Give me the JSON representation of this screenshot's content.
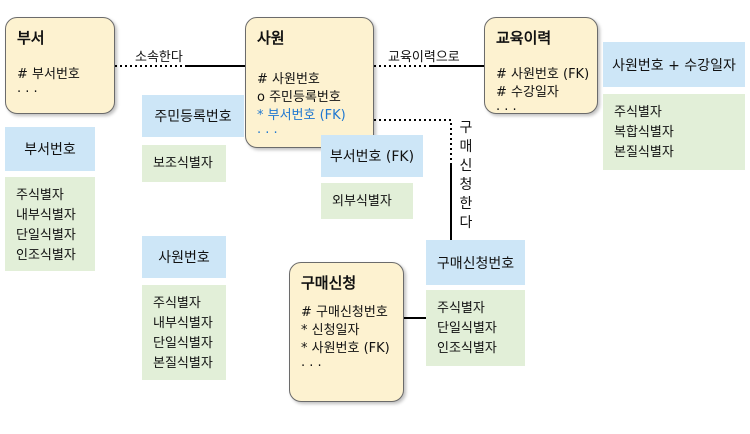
{
  "entities": {
    "dept": {
      "name": "부서",
      "attrs": [
        "# 부서번호",
        "· · ·"
      ]
    },
    "emp": {
      "name": "사원",
      "attrs": [
        "# 사원번호",
        "o 주민등록번호",
        "* 부서번호 (FK)",
        "· · ·"
      ]
    },
    "edu": {
      "name": "교육이력",
      "attrs": [
        "# 사원번호 (FK)",
        "# 수강일자",
        "· · ·"
      ]
    },
    "purchase": {
      "name": "구매신청",
      "attrs": [
        "# 구매신청번호",
        "* 신청일자",
        "* 사원번호 (FK)",
        "· · ·"
      ]
    }
  },
  "relationships": {
    "dept_emp": "소속한다",
    "emp_edu": "교육이력으로",
    "emp_purchase": [
      "구",
      "매",
      "신",
      "청",
      "한",
      "다"
    ]
  },
  "identifier_groups": {
    "dept": {
      "identifier": "부서번호",
      "types": [
        "주식별자",
        "내부식별자",
        "단일식별자",
        "인조식별자"
      ]
    },
    "resident": {
      "identifier": "주민등록번호",
      "types": [
        "보조식별자"
      ]
    },
    "emp": {
      "identifier": "사원번호",
      "types": [
        "주식별자",
        "내부식별자",
        "단일식별자",
        "본질식별자"
      ]
    },
    "emp_dept": {
      "identifier": "부서번호 (FK)",
      "types": [
        "외부식별자"
      ]
    },
    "edu": {
      "identifier": "사원번호 + 수강일자",
      "types": [
        "주식별자",
        "복합식별자",
        "본질식별자"
      ]
    },
    "purchase": {
      "identifier": "구매신청번호",
      "types": [
        "주식별자",
        "단일식별자",
        "인조식별자"
      ]
    }
  },
  "colors": {
    "entity_fill": "#fdf2d0",
    "identifier_fill": "#cde6f7",
    "type_fill": "#e2efd8",
    "fk_text": "#1f78d1"
  }
}
